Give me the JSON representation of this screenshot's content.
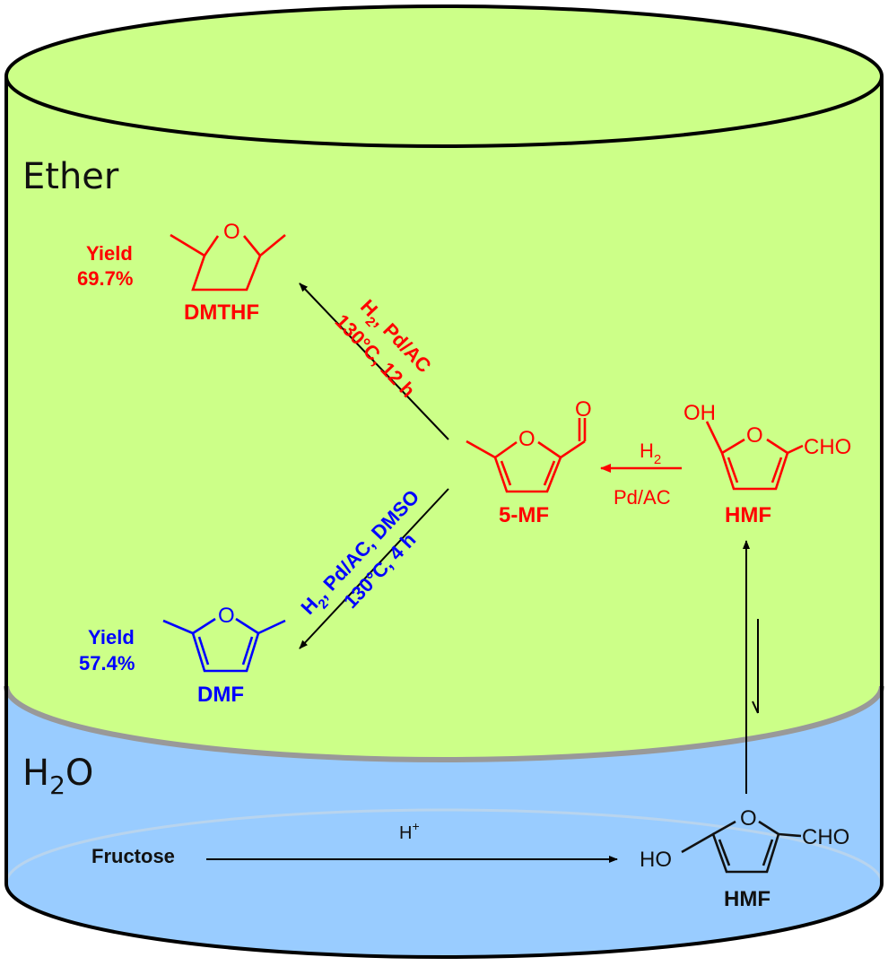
{
  "phases": {
    "upper": "Ether",
    "lower_main": "H",
    "lower_sub": "2",
    "lower_tail": "O"
  },
  "compounds": {
    "dmthf": {
      "name": "DMTHF",
      "yield_label": "Yield",
      "yield_value": "69.7%",
      "ring_atom": "O"
    },
    "dmf": {
      "name": "DMF",
      "yield_label": "Yield",
      "yield_value": "57.4%",
      "ring_atom": "O"
    },
    "mf5": {
      "name": "5-MF",
      "ring_atom": "O",
      "carbonyl_atom": "O"
    },
    "hmf_ether": {
      "name": "HMF",
      "oh": "OH",
      "cho": "CHO",
      "ring_atom": "O"
    },
    "hmf_water": {
      "name": "HMF",
      "ho": "HO",
      "cho": "CHO",
      "ring_atom": "O"
    },
    "fructose": {
      "name": "Fructose"
    }
  },
  "reactions": {
    "to_dmthf": {
      "line1_h": "H",
      "line1_sub": "2",
      "line1_rest": ", Pd/AC",
      "line2": "130°C, 12 h"
    },
    "to_dmf": {
      "line1_h": "H",
      "line1_sub": "2",
      "line1_rest": ", Pd/AC, DMSO",
      "line2": "130°C, 4 h"
    },
    "to_5mf": {
      "line1_h": "H",
      "line1_sub": "2",
      "line2": "Pd/AC"
    },
    "dehydration": {
      "catalyst_h": "H",
      "catalyst_sup": "+"
    }
  },
  "colors": {
    "ether_phase": "#ccff88",
    "water_phase": "#99ccff",
    "interface": "#999999",
    "red_pathway": "#ff0000",
    "blue_pathway": "#0000ff"
  }
}
